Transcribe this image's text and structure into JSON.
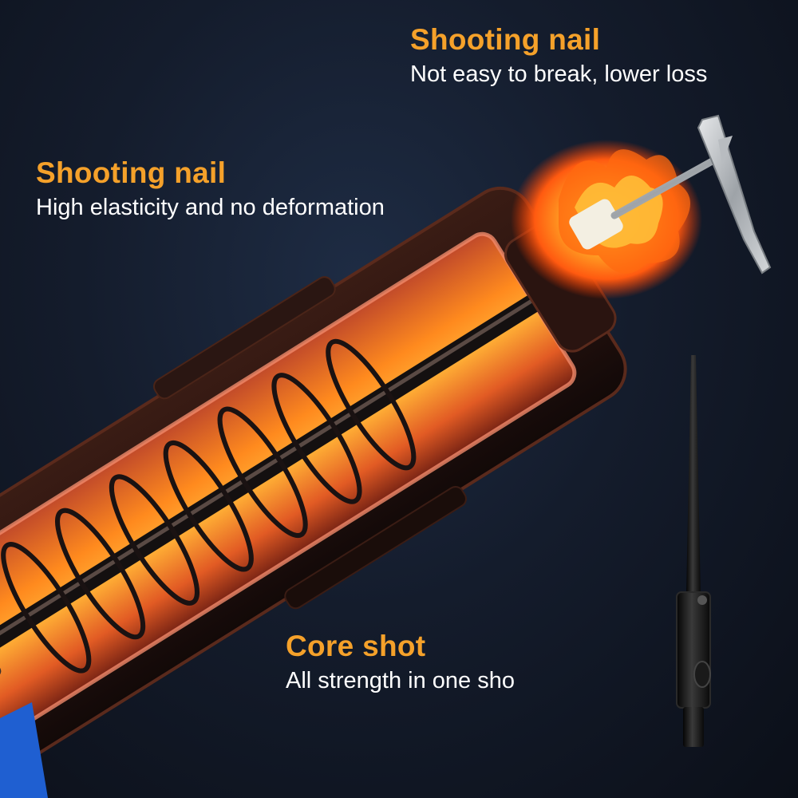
{
  "callouts": {
    "top": {
      "title": "Shooting nail",
      "description": "Not easy to break, lower loss"
    },
    "left": {
      "title": "Shooting nail",
      "description": "High elasticity and no deformation"
    },
    "core": {
      "title": "Core shot",
      "description": "All strength in one sho"
    }
  },
  "colors": {
    "background": "#141c2c",
    "title_accent": "#f5a12a",
    "body_text": "#ffffff",
    "inner_glow": "#ff7a1a",
    "handle_blue": "#1f5fd1"
  }
}
